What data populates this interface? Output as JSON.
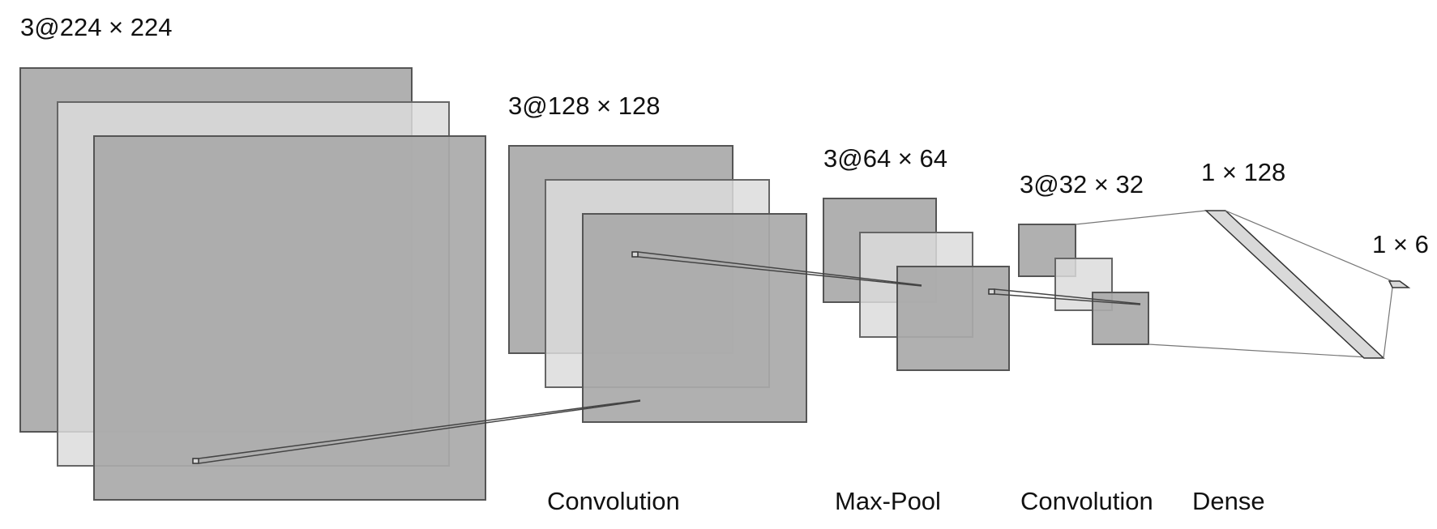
{
  "labels": {
    "input_dims": "3@224 × 224",
    "conv1_dims": "3@128 × 128",
    "pool_dims": "3@64 × 64",
    "conv2_dims": "3@32 × 32",
    "dense_dims": "1 × 128",
    "output_dims": "1 × 6"
  },
  "operations": {
    "op1": "Convolution",
    "op2": "Max-Pool",
    "op3": "Convolution",
    "op4": "Dense"
  },
  "colors": {
    "dark_map": "#a9a9a9",
    "light_map": "#dcdcdc",
    "line": "#444444"
  }
}
